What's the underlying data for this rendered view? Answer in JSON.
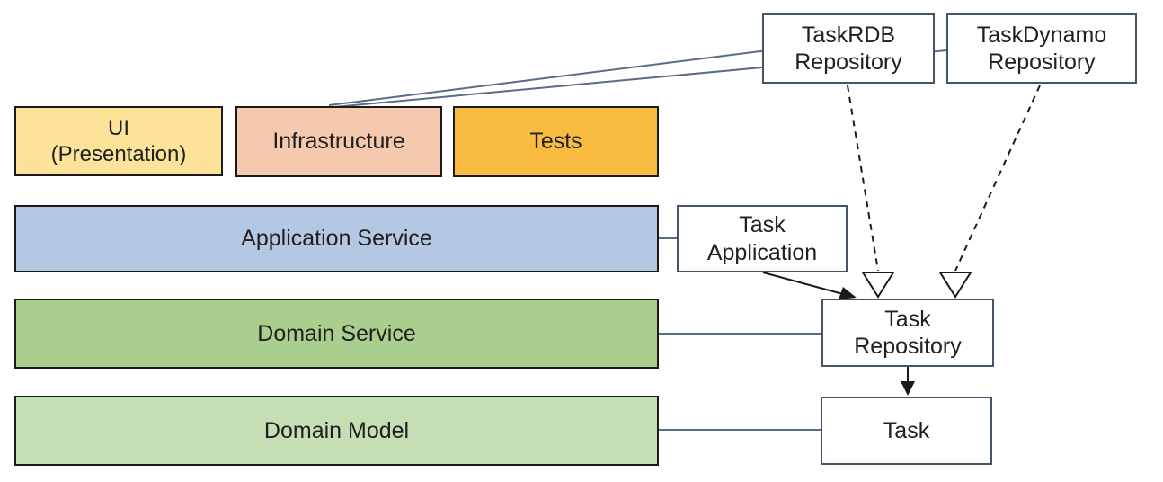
{
  "boxes": {
    "ui": {
      "label": "UI\n(Presentation)"
    },
    "infrastructure": {
      "label": "Infrastructure"
    },
    "tests": {
      "label": "Tests"
    },
    "application_service": {
      "label": "Application Service"
    },
    "domain_service": {
      "label": "Domain Service"
    },
    "domain_model": {
      "label": "Domain Model"
    },
    "task_application": {
      "label": "Task\nApplication"
    },
    "task_repository": {
      "label": "Task\nRepository"
    },
    "task": {
      "label": "Task"
    },
    "task_rdb_repository": {
      "label": "TaskRDB\nRepository"
    },
    "task_dynamo_repository": {
      "label": "TaskDynamo\nRepository"
    }
  },
  "colors": {
    "ui_fill": "#FDE299",
    "infrastructure_fill": "#F5C9AD",
    "tests_fill": "#F9BC41",
    "application_service_fill": "#B4C7E3",
    "domain_service_fill": "#A9CE8E",
    "domain_model_fill": "#C6DEB4",
    "plain_box_fill": "#FFFFFF",
    "plain_box_border": "#44546A",
    "layer_border": "#1A1A1A",
    "connector_line": "#5A6B85",
    "arrow_line": "#1A1A1A"
  },
  "edges": [
    {
      "from": "infrastructure",
      "to": "task_rdb_repository",
      "style": "solid-line"
    },
    {
      "from": "infrastructure",
      "to": "task_dynamo_repository",
      "style": "solid-line"
    },
    {
      "from": "application_service",
      "to": "task_application",
      "style": "solid-line"
    },
    {
      "from": "domain_service",
      "to": "task_repository",
      "style": "solid-line"
    },
    {
      "from": "domain_model",
      "to": "task",
      "style": "solid-line"
    },
    {
      "from": "task_rdb_repository",
      "to": "task_repository",
      "style": "dashed-line-open-triangle"
    },
    {
      "from": "task_dynamo_repository",
      "to": "task_repository",
      "style": "dashed-line-open-triangle"
    },
    {
      "from": "task_application",
      "to": "task_repository",
      "style": "solid-arrow"
    },
    {
      "from": "task_repository",
      "to": "task",
      "style": "solid-arrow"
    }
  ]
}
